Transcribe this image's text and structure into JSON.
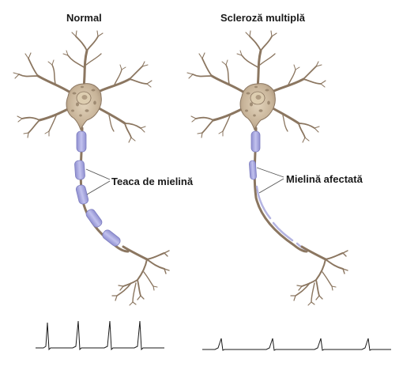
{
  "panels": {
    "normal": {
      "title": "Normal",
      "callout": "Teaca de mielină"
    },
    "ms": {
      "title": "Scleroză multiplă",
      "callout": "Mielină afectată"
    }
  },
  "colors": {
    "neuron_body": "#c9b69c",
    "neuron_outline": "#8b7660",
    "nucleus": "#ddcdb0",
    "myelin": "#a7a7dd",
    "myelin_outline": "#7e7ec0",
    "signal": "#1a1a1a"
  }
}
